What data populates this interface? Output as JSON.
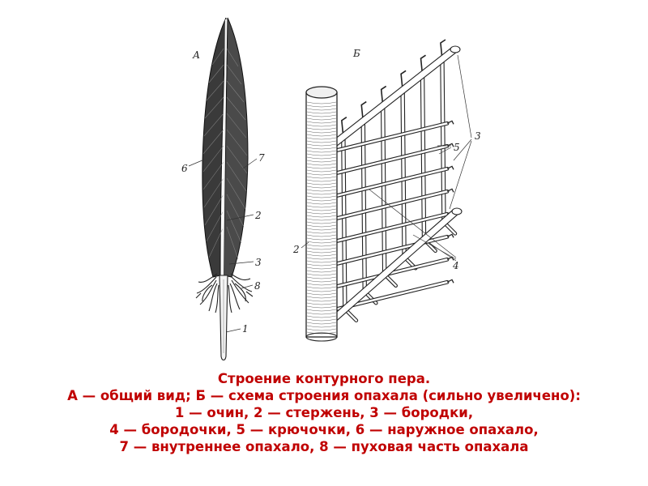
{
  "figure": {
    "panel_a_label": "А",
    "panel_b_label": "Б",
    "panel_a_callouts": {
      "outer_vane": "6",
      "inner_vane": "7",
      "shaft": "2",
      "barbs": "3",
      "down_part": "8",
      "calamus": "1"
    },
    "panel_b_callouts": {
      "shaft": "2",
      "barbs": "3",
      "hooklets": "5",
      "barbules": "4"
    }
  },
  "caption": {
    "lines": [
      "Строение контурного пера.",
      "А — общий вид; Б — схема строения опахала (сильно увеличено):",
      "1 — очин, 2 — стержень, 3 — бородки,",
      "4 — бородочки, 5 — крючочки, 6 — наружное опахало,",
      "7 — внутреннее опахало, 8 — пуховая часть опахала"
    ],
    "color": "#c00000"
  }
}
